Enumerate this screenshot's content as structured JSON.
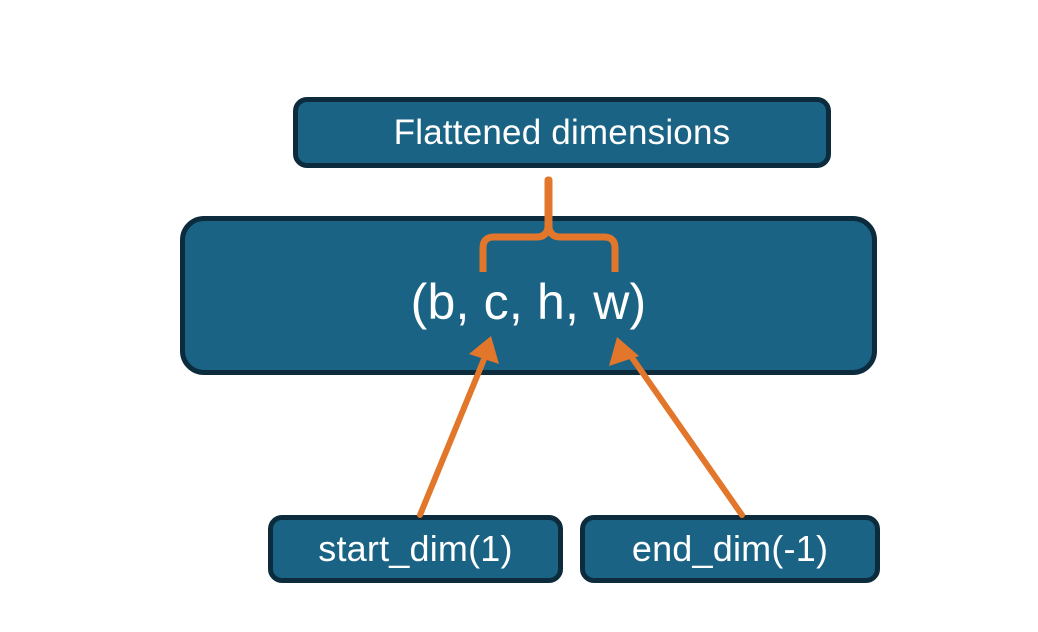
{
  "diagram": {
    "title_node": {
      "label": "Flattened dimensions"
    },
    "shape_node": {
      "label": "(b, c, h, w)"
    },
    "param_nodes": [
      {
        "label": "start_dim(1)"
      },
      {
        "label": "end_dim(-1)"
      }
    ],
    "connectors": {
      "brace": "curly-brace-up",
      "arrow_left": "arrow-start-dim-to-c",
      "arrow_right": "arrow-end-dim-to-w"
    }
  },
  "colors": {
    "box_fill": "#1A6384",
    "box_border": "#0C2B3C",
    "accent_orange": "#E2762B",
    "text": "#FFFFFF",
    "background": "#FFFFFF"
  }
}
